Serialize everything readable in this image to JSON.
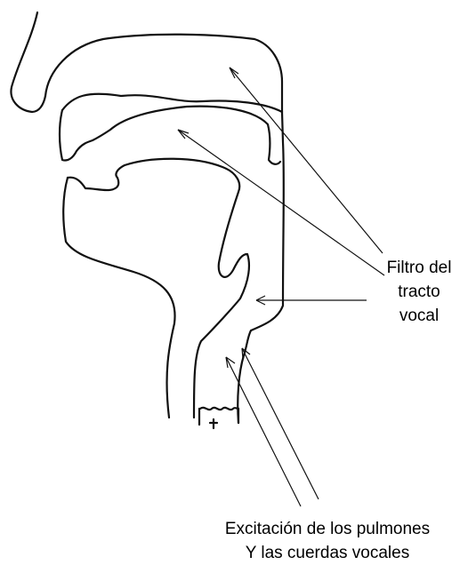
{
  "diagram": {
    "annotations": {
      "vocal_tract_filter": [
        "Filtro del",
        "tracto",
        "vocal"
      ],
      "excitation": [
        "Excitación de los pulmones",
        "Y las cuerdas vocales"
      ]
    },
    "colors": {
      "line": "#111111",
      "background": "#ffffff"
    }
  }
}
